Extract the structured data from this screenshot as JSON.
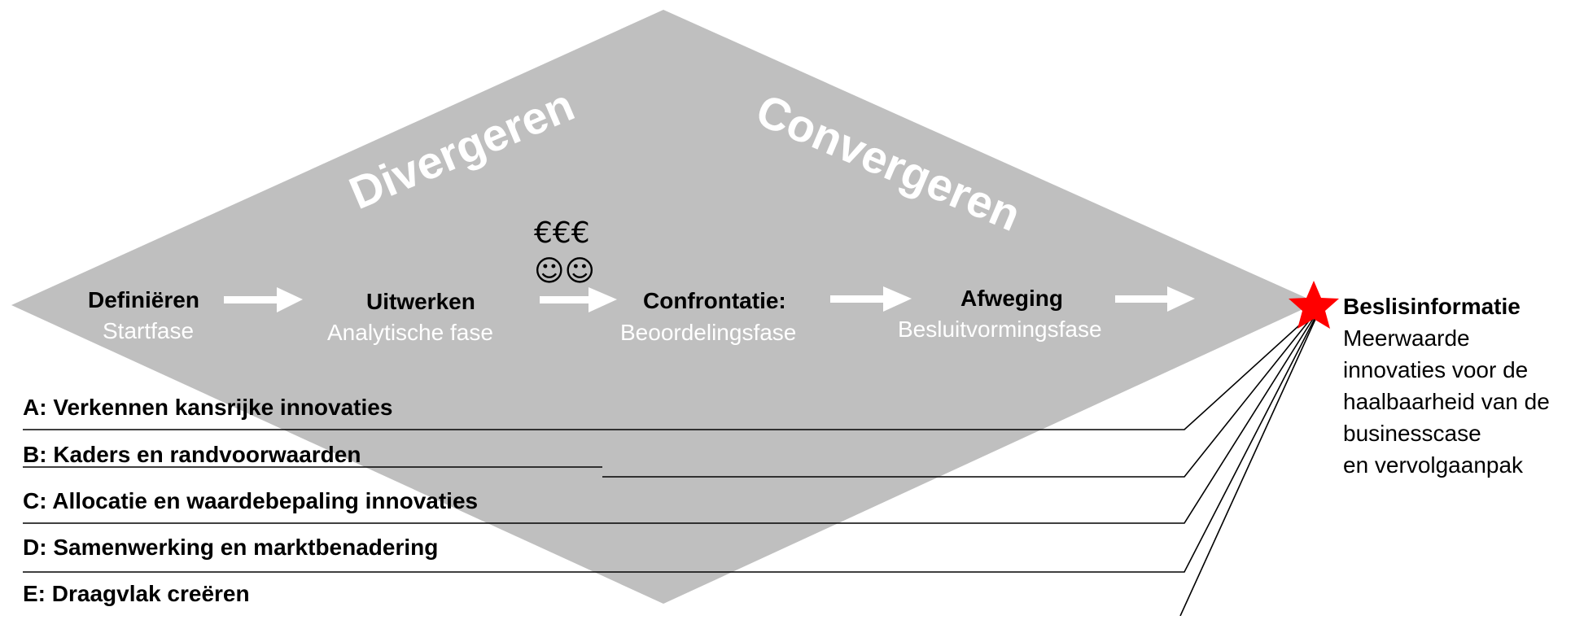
{
  "diagram": {
    "divergeren": "Divergeren",
    "convergeren": "Convergeren",
    "costs_symbol": "€€€",
    "smileys_symbol": "☺☺",
    "phases": [
      {
        "title": "Definiëren",
        "subtitle": "Startfase"
      },
      {
        "title": "Uitwerken",
        "subtitle": "Analytische fase"
      },
      {
        "title": "Confrontatie:",
        "subtitle": "Beoordelingsfase"
      },
      {
        "title": "Afweging",
        "subtitle": "Besluitvormingsfase"
      }
    ],
    "tracks": [
      "A: Verkennen kansrijke innovaties",
      "B: Kaders en randvoorwaarden",
      "C: Allocatie en waardebepaling innovaties",
      "D: Samenwerking en marktbenadering",
      "E: Draagvlak creëren"
    ],
    "decision": {
      "title": "Beslisinformatie",
      "lines": [
        "Meerwaarde",
        "innovaties voor de",
        "haalbaarheid van de",
        "businesscase",
        "en vervolgaanpak"
      ]
    },
    "colors": {
      "diamond": "#bfbfbf",
      "arrow": "#ffffff",
      "star": "#ff0000",
      "line": "#000000"
    }
  }
}
